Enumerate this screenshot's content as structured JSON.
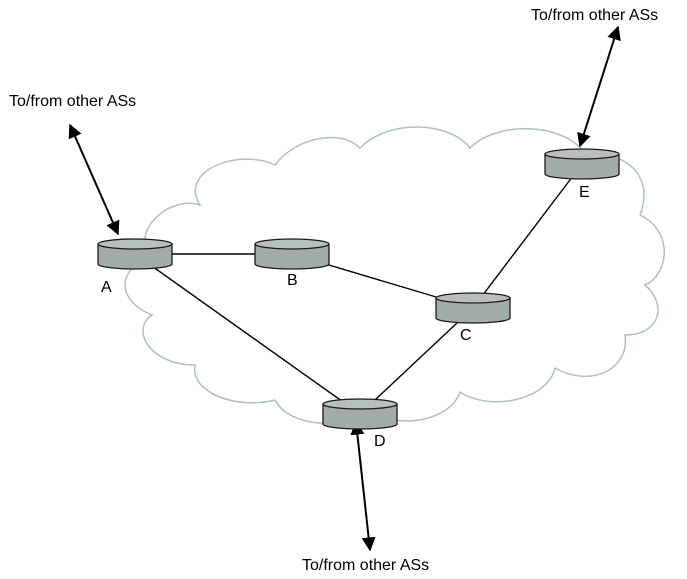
{
  "routers": [
    {
      "id": "A",
      "label": "A"
    },
    {
      "id": "B",
      "label": "B"
    },
    {
      "id": "C",
      "label": "C"
    },
    {
      "id": "D",
      "label": "D"
    },
    {
      "id": "E",
      "label": "E"
    }
  ],
  "links": [
    [
      "A",
      "B"
    ],
    [
      "B",
      "C"
    ],
    [
      "A",
      "D"
    ],
    [
      "C",
      "D"
    ],
    [
      "C",
      "E"
    ]
  ],
  "external": [
    {
      "router": "A",
      "label": "To/from other ASs"
    },
    {
      "router": "E",
      "label": "To/from other ASs"
    },
    {
      "router": "D",
      "label": "To/from other ASs"
    }
  ],
  "colors": {
    "router_body": "#a3acaa",
    "router_top": "#b7c0be",
    "router_stroke": "#1a1a1a",
    "cloud_stroke": "#b2c0bb",
    "line": "#000000"
  }
}
